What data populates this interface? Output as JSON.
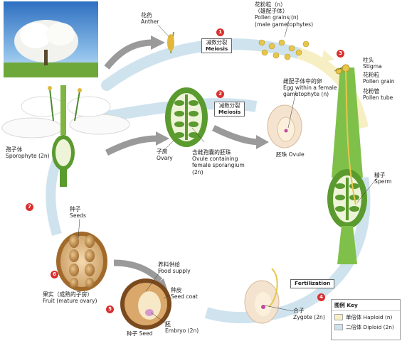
{
  "labels": {
    "anther": {
      "zh": "花药",
      "en": "Anther"
    },
    "pollen_grains": {
      "zh": "花粉粒（n）",
      "zh2": "（雄配子体）",
      "en": "Pollen grains (n)",
      "en2": "(male gametophytes)"
    },
    "stigma": {
      "zh": "柱头",
      "en": "Stigma"
    },
    "pollen_grain": {
      "zh": "花粉粒",
      "en": "Pollen grain"
    },
    "pollen_tube": {
      "zh": "花粉管",
      "en": "Pollen tube"
    },
    "egg": {
      "zh": "雌配子体中的卵",
      "en": "Egg within a female",
      "en2": "gametophyte (n)"
    },
    "sperm": {
      "zh": "精子",
      "en": "Sperm"
    },
    "ovule": {
      "zh": "胚珠",
      "en": "Ovule"
    },
    "ovary": {
      "zh": "子房",
      "en": "Ovary"
    },
    "ovule_containing": {
      "zh": "含雌孢囊的胚珠",
      "en": "Ovule containing",
      "en2": "female sporangium",
      "en3": "(2n)"
    },
    "sporophyte": {
      "zh": "孢子体",
      "en": "Sporophyte (2n)"
    },
    "seeds": {
      "zh": "种子",
      "en": "Seeds"
    },
    "fruit": {
      "zh": "果实（成熟的子房）",
      "en": "Fruit (mature ovary)"
    },
    "food_supply": {
      "zh": "养料供给",
      "en": "Food supply"
    },
    "seed_coat": {
      "zh": "种皮",
      "en": "Seed coat"
    },
    "embryo": {
      "zh": "胚",
      "en": "Embryo (2n)"
    },
    "seed": {
      "zh": "种子",
      "en": "Seed"
    },
    "zygote": {
      "zh": "合子",
      "en": "Zygote (2n)"
    }
  },
  "boxes": {
    "meiosis1": {
      "zh": "减数分裂",
      "en": "Meiosis"
    },
    "meiosis2": {
      "zh": "减数分裂",
      "en": "Meiosis"
    },
    "fertilization": {
      "en": "Fertilization"
    }
  },
  "steps": [
    "1",
    "2",
    "3",
    "4",
    "5",
    "6",
    "7"
  ],
  "key": {
    "title": "图例 Key",
    "haploid": "单倍体 Haploid (n)",
    "diploid": "二倍体 Diploid (2n)"
  },
  "colors": {
    "haploid": "#f7efc4",
    "diploid": "#cfe3ee",
    "arrow_grey": "#9a9a9a",
    "green_dark": "#3f7a2a",
    "green_light": "#9ccc5a",
    "step_red": "#d9302f",
    "pollen": "#e6c74c"
  }
}
